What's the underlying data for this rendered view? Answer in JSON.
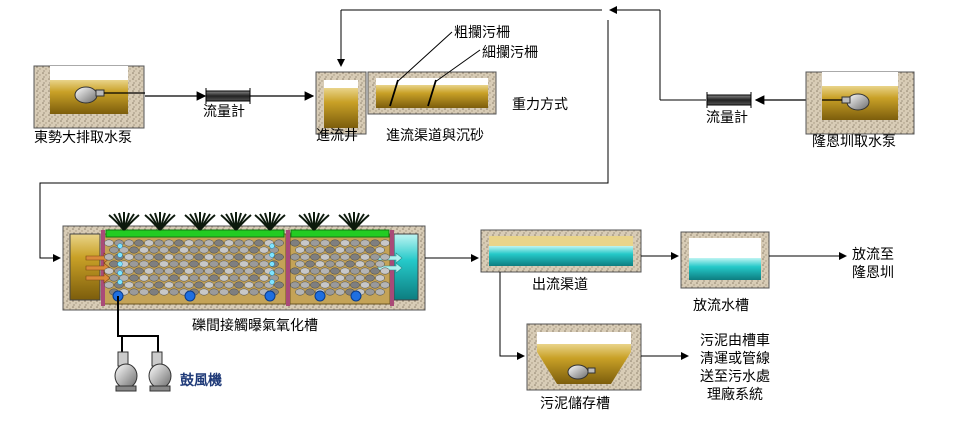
{
  "labels": {
    "east_pump": "東勢大排取水泵",
    "flow_meter_left": "流量計",
    "inlet_well": "進流井",
    "inlet_channel": "進流渠道與沉砂",
    "coarse_screen": "粗攔污柵",
    "fine_screen": "細攔污柵",
    "gravity": "重力方式",
    "flow_meter_right": "流量計",
    "longen_pump": "隆恩圳取水泵",
    "gravel_tank": "礫間接觸曝氣氧化槽",
    "blower": "鼓風機",
    "outflow_channel": "出流渠道",
    "discharge_tank": "放流水槽",
    "sludge_tank": "污泥儲存槽"
  },
  "discharge_to": [
    "放流至",
    "隆恩圳"
  ],
  "sludge_note": [
    "污泥由槽車",
    "清運或管線",
    "送至污水處",
    "理廠系統"
  ],
  "colors": {
    "concrete": "#d9cdb8",
    "water_yellow": "#caa42a",
    "water_cyan": "#1ec7c7",
    "blower_label": "#1f3a78",
    "plant_green": "#22cc22"
  }
}
